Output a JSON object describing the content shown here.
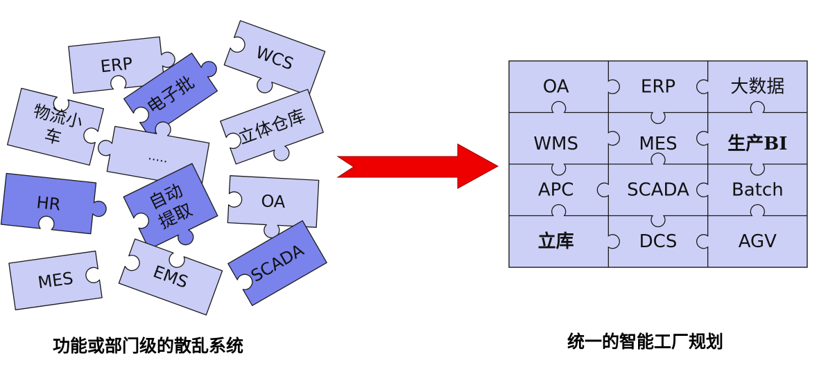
{
  "left_caption": "功能或部门级的散乱系统",
  "right_caption": "统一的智能工厂规划",
  "colors": {
    "light_piece": "#cacdf6",
    "dark_piece": "#7a82ec",
    "grid_fill": "#cdd0f6",
    "outline": "#1a1a1a",
    "arrow": "#ee0000"
  },
  "scattered_pieces": [
    {
      "id": "erp",
      "lines": [
        "ERP"
      ],
      "tone": "light"
    },
    {
      "id": "dianzipi",
      "lines": [
        "电子批"
      ],
      "tone": "dark"
    },
    {
      "id": "wcs",
      "lines": [
        "WCS"
      ],
      "tone": "light"
    },
    {
      "id": "wuliu",
      "lines": [
        "物流小",
        "车"
      ],
      "tone": "light"
    },
    {
      "id": "dots",
      "lines": [
        "....."
      ],
      "tone": "light"
    },
    {
      "id": "liti",
      "lines": [
        "立体仓库"
      ],
      "tone": "light"
    },
    {
      "id": "hr",
      "lines": [
        "HR"
      ],
      "tone": "dark"
    },
    {
      "id": "zidong",
      "lines": [
        "自动",
        "提取"
      ],
      "tone": "dark"
    },
    {
      "id": "oa",
      "lines": [
        "OA"
      ],
      "tone": "light"
    },
    {
      "id": "mes",
      "lines": [
        "MES"
      ],
      "tone": "light"
    },
    {
      "id": "ems",
      "lines": [
        "EMS"
      ],
      "tone": "light"
    },
    {
      "id": "scada",
      "lines": [
        "SCADA"
      ],
      "tone": "dark"
    }
  ],
  "grid": {
    "rows": [
      [
        {
          "text": "OA",
          "bold": false
        },
        {
          "text": "ERP",
          "bold": false
        },
        {
          "text": "大数据",
          "bold": false
        }
      ],
      [
        {
          "text": "WMS",
          "bold": false
        },
        {
          "text": "MES",
          "bold": false
        },
        {
          "text": "生产BI",
          "bold": true
        }
      ],
      [
        {
          "text": "APC",
          "bold": false
        },
        {
          "text": "SCADA",
          "bold": false
        },
        {
          "text": "Batch",
          "bold": false
        }
      ],
      [
        {
          "text": "立库",
          "bold": true
        },
        {
          "text": "DCS",
          "bold": false
        },
        {
          "text": "AGV",
          "bold": false
        }
      ]
    ]
  }
}
